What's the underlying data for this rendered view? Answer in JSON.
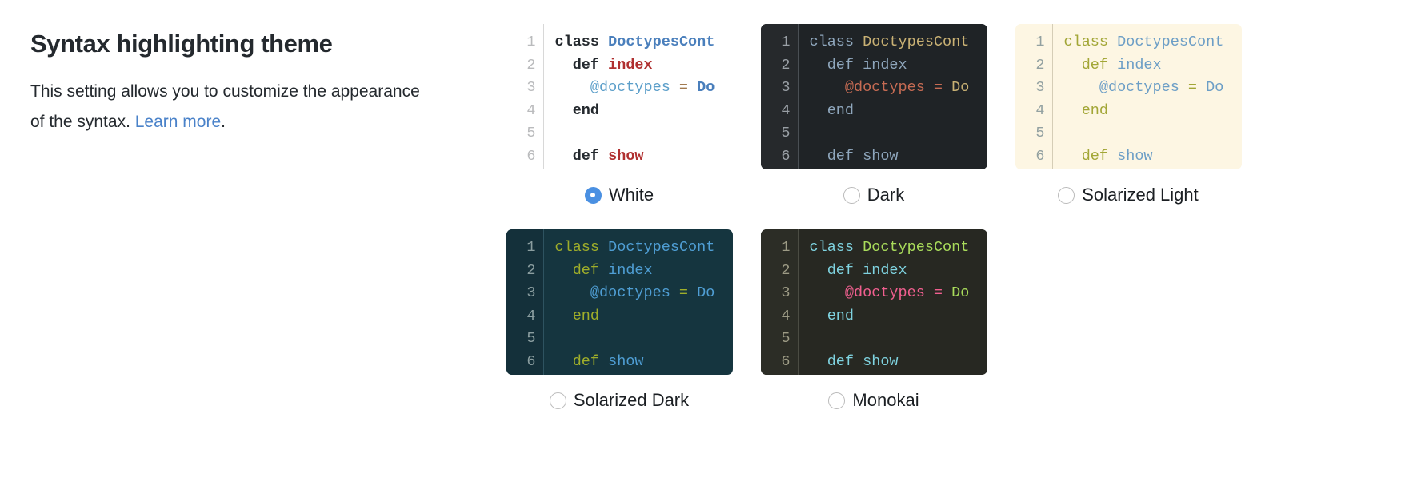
{
  "heading": "Syntax highlighting theme",
  "description_before": "This setting allows you to customize the appearance of the syntax. ",
  "learn_more": "Learn more",
  "description_after": ".",
  "accent_color": "#4a90e2",
  "link_color": "#4a82c9",
  "code_sample": {
    "line_numbers": [
      "1",
      "2",
      "3",
      "4",
      "5",
      "6"
    ],
    "lines": [
      [
        {
          "t": "class ",
          "k": "keyword"
        },
        {
          "t": "DoctypesCont",
          "k": "class-name"
        }
      ],
      [
        {
          "t": "  def ",
          "k": "keyword"
        },
        {
          "t": "index",
          "k": "function"
        }
      ],
      [
        {
          "t": "    @doctypes",
          "k": "instance-var"
        },
        {
          "t": " = ",
          "k": "operator"
        },
        {
          "t": "Do",
          "k": "class-name"
        }
      ],
      [
        {
          "t": "  end",
          "k": "keyword"
        }
      ],
      [
        {
          "t": "",
          "k": "plain"
        }
      ],
      [
        {
          "t": "  def ",
          "k": "keyword"
        },
        {
          "t": "show",
          "k": "function"
        }
      ]
    ]
  },
  "themes": [
    {
      "id": "white",
      "label": "White",
      "selected": true,
      "colors": {
        "bg": "#ffffff",
        "gutter_bg": "#ffffff",
        "gutter_fg": "#babbbd",
        "rule": "#d8d8d8",
        "keyword": "#24292e",
        "class-name": "#4a7fbc",
        "function": "#b03030",
        "instance-var": "#5b9ec9",
        "operator": "#a27a4f",
        "plain": "#24292e"
      }
    },
    {
      "id": "dark",
      "label": "Dark",
      "selected": false,
      "colors": {
        "bg": "#1f2326",
        "gutter_bg": "#26292c",
        "gutter_fg": "#9aa0a6",
        "rule": "#4a4f54",
        "keyword": "#8fa7bd",
        "class-name": "#c9b174",
        "function": "#8fa7bd",
        "instance-var": "#c66b53",
        "operator": "#c66b53",
        "plain": "#c3c8cc"
      }
    },
    {
      "id": "solarized-light",
      "label": "Solarized Light",
      "selected": false,
      "colors": {
        "bg": "#fdf6e3",
        "gutter_bg": "#fdf6e3",
        "gutter_fg": "#93a1a1",
        "rule": "#d5cdb6",
        "keyword": "#a2a636",
        "class-name": "#6c9ec6",
        "function": "#6c9ec6",
        "instance-var": "#6c9ec6",
        "operator": "#a2a636",
        "plain": "#657b83"
      }
    },
    {
      "id": "solarized-dark",
      "label": "Solarized Dark",
      "selected": false,
      "colors": {
        "bg": "#15353f",
        "gutter_bg": "#14303a",
        "gutter_fg": "#8b9ea0",
        "rule": "#2e5360",
        "keyword": "#9fae2a",
        "class-name": "#4f9ed4",
        "function": "#4f9ed4",
        "instance-var": "#4f9ed4",
        "operator": "#9fae2a",
        "plain": "#93a1a1"
      }
    },
    {
      "id": "monokai",
      "label": "Monokai",
      "selected": false,
      "colors": {
        "bg": "#272822",
        "gutter_bg": "#2c2d26",
        "gutter_fg": "#9d9b85",
        "rule": "#4b4c43",
        "keyword": "#7fd3e0",
        "class-name": "#a9dc5b",
        "function": "#7fd3e0",
        "instance-var": "#f05f8f",
        "operator": "#f05f8f",
        "plain": "#d6d6cc"
      }
    }
  ]
}
